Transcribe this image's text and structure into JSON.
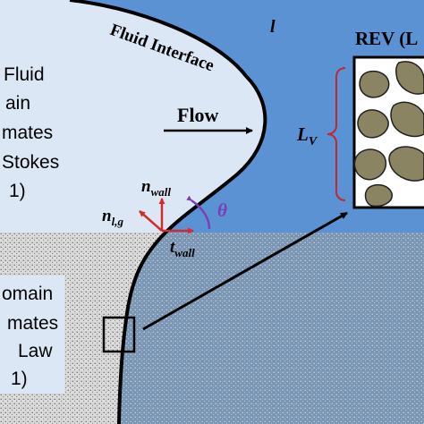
{
  "labels": {
    "interface": "Fluid Interface",
    "phase": "l",
    "flow": "Flow",
    "rev_title": "REV (L",
    "lv": "L",
    "lv_sub": "V",
    "n_wall": "n",
    "n_wall_sub": "wall",
    "n_lg": "n",
    "n_lg_sub": "l,g",
    "t_wall": "t",
    "t_wall_sub": "wall",
    "theta": "θ"
  },
  "left_upper_text": [
    "Fluid",
    "ain",
    "mates",
    "Stokes",
    "1)"
  ],
  "left_lower_text": [
    "omain",
    "mates",
    "Law",
    "1)"
  ],
  "colors": {
    "liquid_blue": "#5b92d3",
    "gas_light": "#dbe7f5",
    "porous_left": "#d8d8d8",
    "porous_right": "#6f8fb0",
    "arrow_red": "#d62a2a",
    "theta_purple": "#7b3fb5",
    "bracket_red": "#c0282e",
    "grain_fill": "#8a8463"
  }
}
